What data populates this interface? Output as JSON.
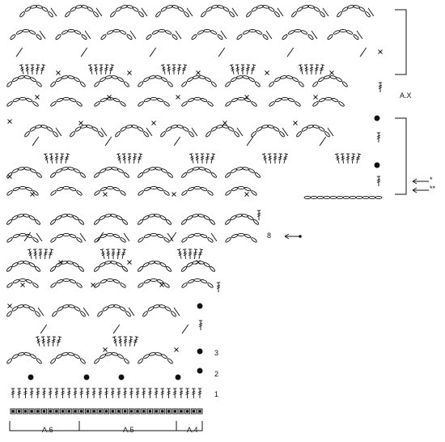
{
  "labels": {
    "section_ax": "A.X",
    "marker_star": "*",
    "marker_double_star": "**",
    "row_8": "8",
    "row_3": "3",
    "row_2": "2",
    "row_1": "1",
    "section_a6": "A.6",
    "section_a5": "A.5",
    "section_a4": "A.4"
  },
  "colors": {
    "ink": "#111111",
    "background": "#ffffff"
  }
}
